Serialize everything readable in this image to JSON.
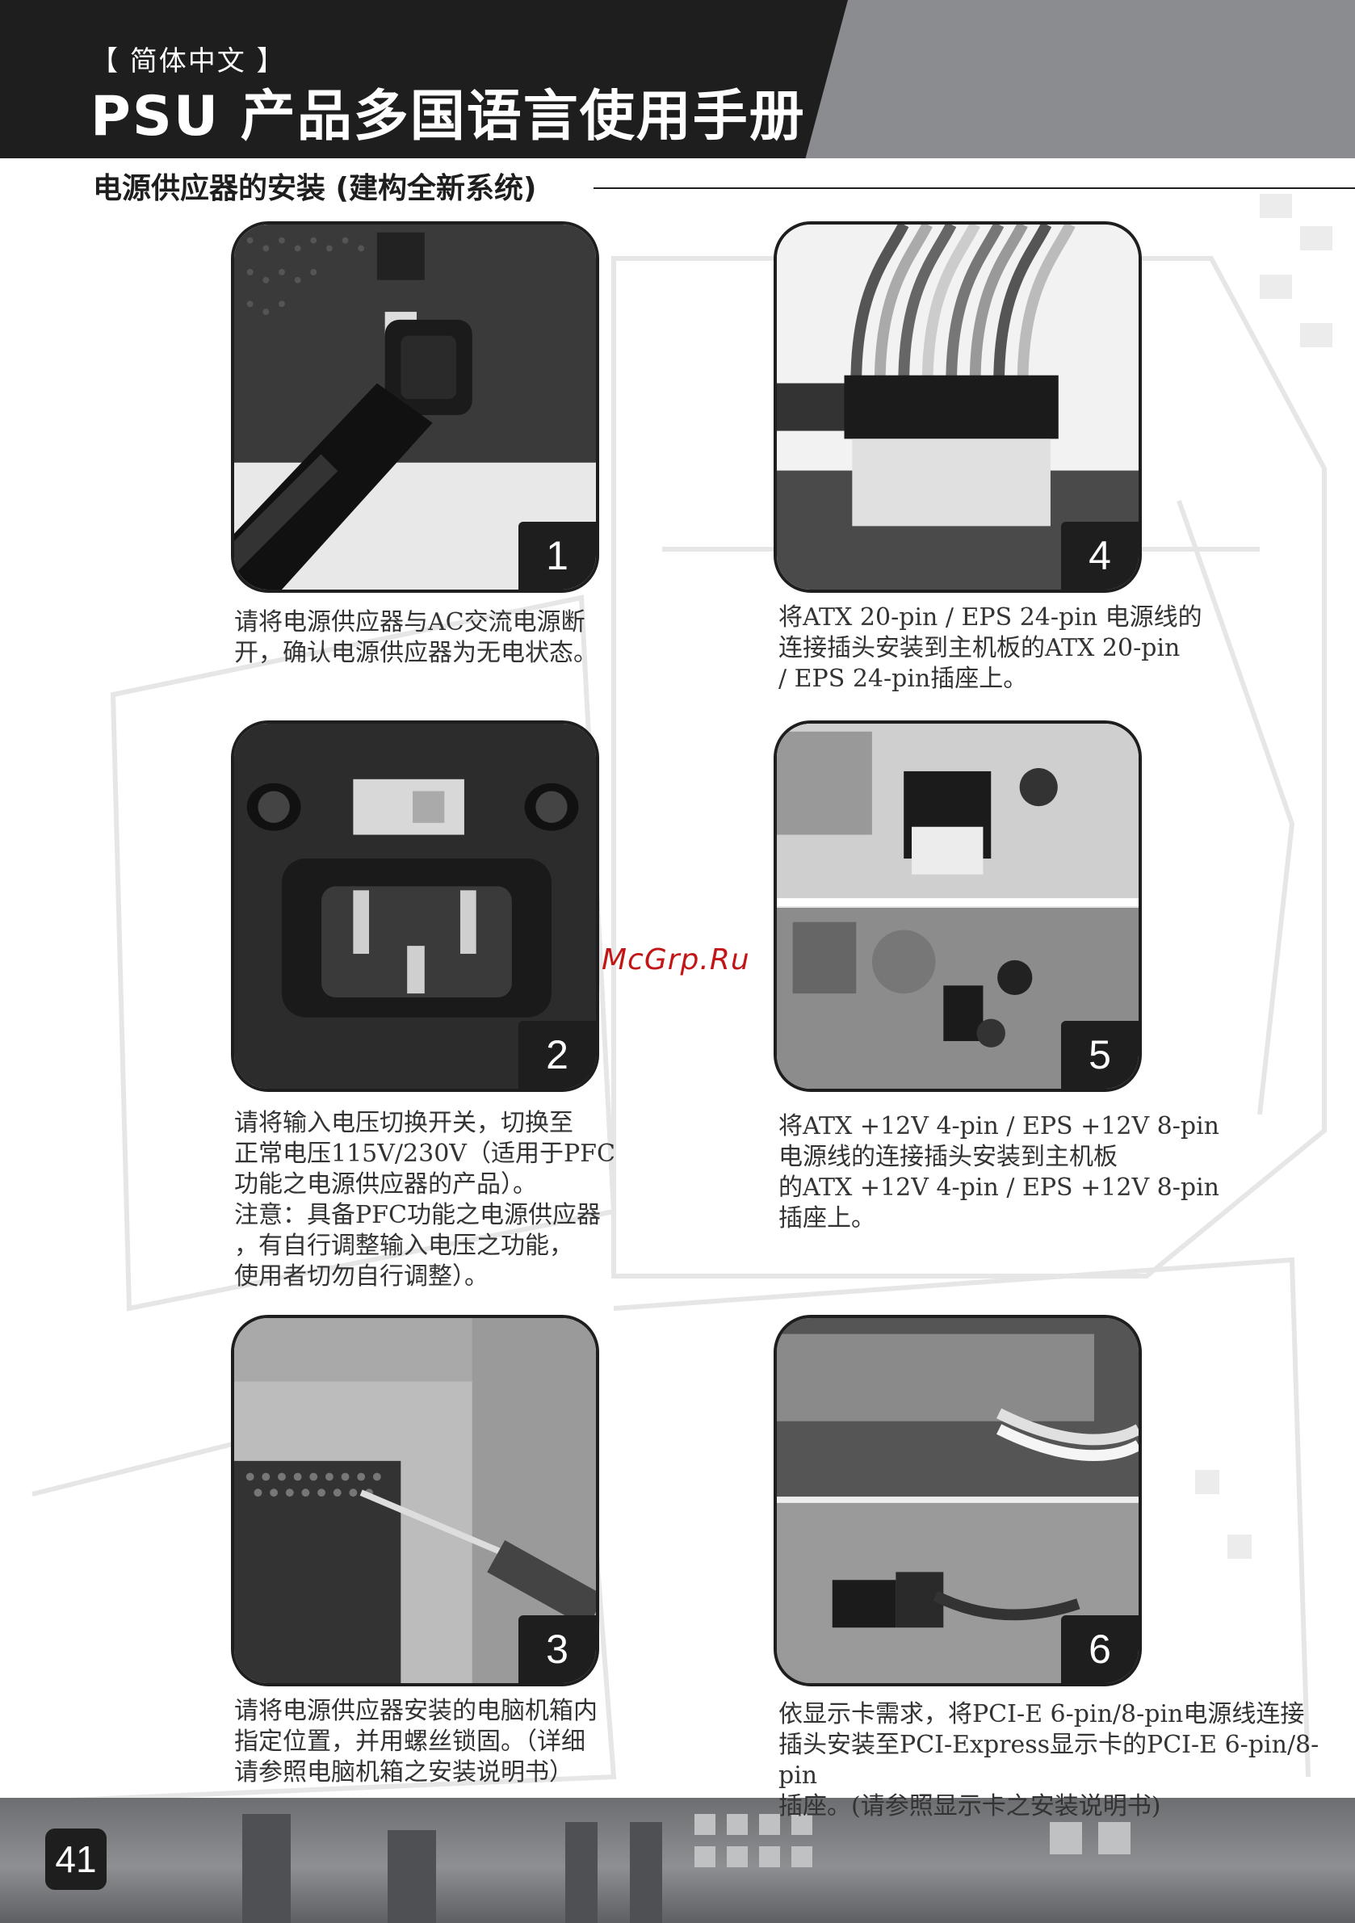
{
  "header": {
    "language_label": "【 简体中文 】",
    "title": "PSU 产品多国语言使用手册"
  },
  "section": {
    "title": "电源供应器的安装 (建构全新系统)"
  },
  "steps": [
    {
      "number": "1",
      "caption": "请将电源供应器与AC交流电源断\n开，确认电源供应器为无电状态。"
    },
    {
      "number": "2",
      "caption": "请将输入电压切换开关，切换至\n正常电压115V/230V（适用于PFC\n功能之电源供应器的产品）。\n注意：具备PFC功能之电源供应器\n，有自行调整输入电压之功能，\n使用者切勿自行调整）。"
    },
    {
      "number": "3",
      "caption": "请将电源供应器安装的电脑机箱内\n指定位置，并用螺丝锁固。（详细\n请参照电脑机箱之安装说明书）"
    },
    {
      "number": "4",
      "caption": "将ATX 20-pin / EPS 24-pin 电源线的\n连接插头安装到主机板的ATX 20-pin\n/ EPS 24-pin插座上。"
    },
    {
      "number": "5",
      "caption": "将ATX +12V 4-pin / EPS +12V 8-pin\n电源线的连接插头安装到主机板\n的ATX +12V 4-pin / EPS +12V 8-pin\n插座上。"
    },
    {
      "number": "6",
      "caption": "依显示卡需求，将PCI-E 6-pin/8-pin电源线连接\n插头安装至PCI-Express显示卡的PCI-E 6-pin/8-pin\n插座。(请参照显示卡之安装说明书)"
    }
  ],
  "watermark": "McGrp.Ru",
  "page_number": "41"
}
